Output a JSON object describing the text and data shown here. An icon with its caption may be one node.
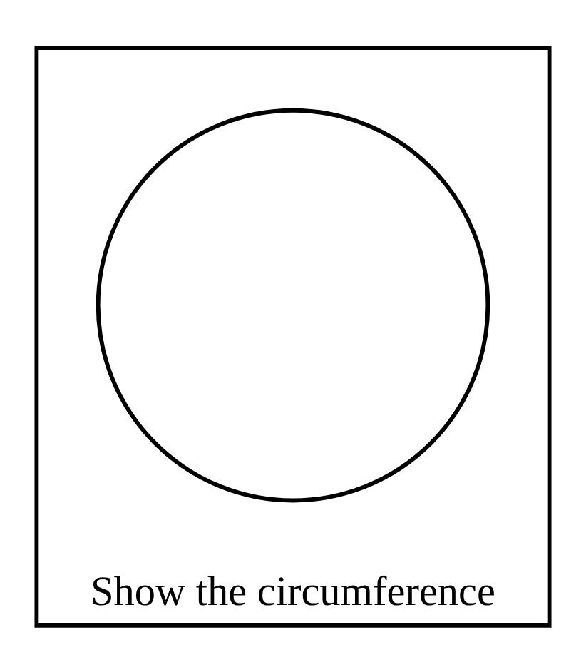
{
  "diagram": {
    "nodes": [
      {
        "text": [
          "Show the circumference"
        ]
      },
      {
        "text": [],
        "shape": "circle",
        "in": 0
      }
    ]
  }
}
